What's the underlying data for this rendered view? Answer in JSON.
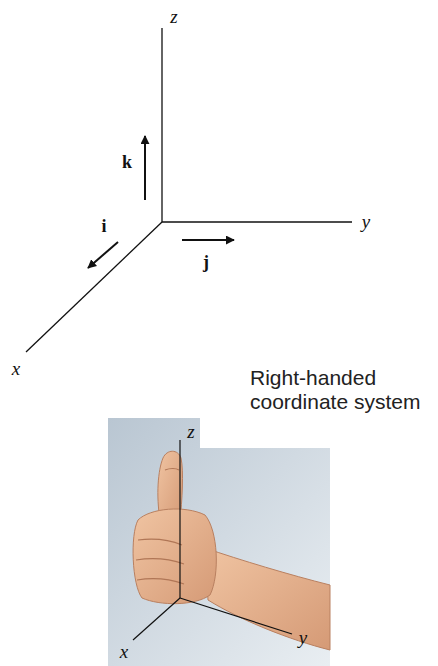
{
  "diagram": {
    "labels": [
      "z",
      "k",
      "i",
      "j",
      "y",
      "x",
      "Right-handed coordinate system",
      "z",
      "y",
      "x"
    ]
  }
}
